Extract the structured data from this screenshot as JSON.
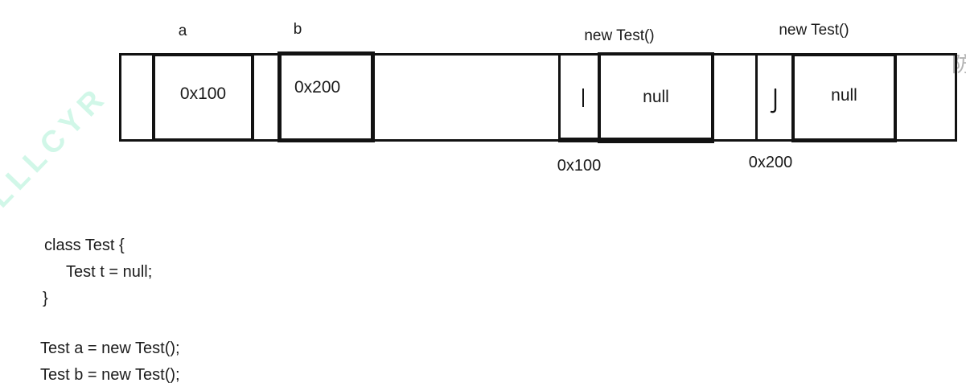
{
  "memory_strip": {
    "var_a_label": "a",
    "var_b_label": "b",
    "var_a_value": "0x100",
    "var_b_value": "0x200",
    "obj1_label": "new Test()",
    "obj2_label": "new Test()",
    "obj1_field_value": "null",
    "obj2_field_value": "null",
    "obj1_address": "0x100",
    "obj2_address": "0x200"
  },
  "code": {
    "line1": "class Test {",
    "line2": "Test t = null;",
    "line3": "}",
    "line4": "Test a = new Test();",
    "line5": "Test b = new Test();"
  },
  "watermark": {
    "diagonal_text": "UILLLCYR",
    "corner_fragment": "防"
  },
  "colors": {
    "line": "#121212",
    "text": "#1a1a1a",
    "watermark": "#98eecc"
  }
}
